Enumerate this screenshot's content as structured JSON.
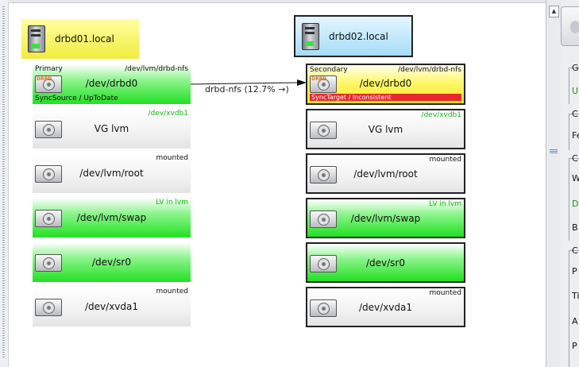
{
  "hosts": [
    {
      "name": "drbd01.local"
    },
    {
      "name": "drbd02.local"
    }
  ],
  "connection": {
    "label": "drbd-nfs (12.7% →)"
  },
  "node1": {
    "drbd": {
      "role": "Primary",
      "path": "/dev/lvm/drbd-nfs",
      "device": "/dev/drbd0",
      "state": "SyncSource / UpToDate"
    },
    "blocks": [
      {
        "name": "VG lvm",
        "tag": "/dev/xvdb1"
      },
      {
        "name": "/dev/lvm/root",
        "tag": "mounted"
      },
      {
        "name": "/dev/lvm/swap",
        "tag": "LV in lvm"
      },
      {
        "name": "/dev/sr0",
        "tag": ""
      },
      {
        "name": "/dev/xvda1",
        "tag": "mounted"
      }
    ]
  },
  "node2": {
    "drbd": {
      "role": "Secondary",
      "path": "/dev/lvm/drbd-nfs",
      "device": "/dev/drbd0",
      "state": "SyncTarget / Inconsistent"
    },
    "blocks": [
      {
        "name": "VG lvm",
        "tag": "/dev/xvdb1"
      },
      {
        "name": "/dev/lvm/root",
        "tag": "mounted"
      },
      {
        "name": "/dev/lvm/swap",
        "tag": "LV in lvm"
      },
      {
        "name": "/dev/sr0",
        "tag": ""
      },
      {
        "name": "/dev/xvda1",
        "tag": "mounted"
      }
    ]
  },
  "drbd_logo": "DRBD",
  "right_panel": {
    "letters": [
      "G",
      "U",
      "C",
      "Fe",
      "C",
      "W",
      "D",
      "B",
      "C",
      "P",
      "Ti",
      "A",
      "P"
    ]
  },
  "colors": {
    "connected_green": "#22e022",
    "host1": "#f0ec40",
    "host2": "#a7dcf8",
    "inconsistent_red": "#e8282c",
    "drbd_yellow": "#f4e628"
  }
}
